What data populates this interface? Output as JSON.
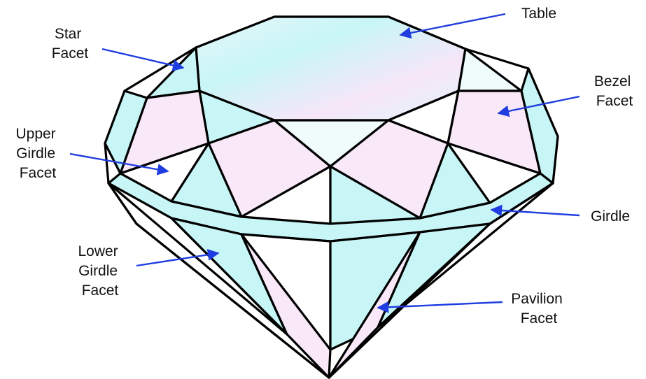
{
  "colors": {
    "outline": "#000000",
    "arrow": "#1f3de0",
    "cyan": "#c8f6f6",
    "pink": "#f8e8f8",
    "pale": "#f0fbfb",
    "white": "#ffffff"
  },
  "labels": {
    "table": [
      "Table"
    ],
    "star_facet": [
      "Star",
      "Facet"
    ],
    "bezel_facet": [
      "Bezel",
      "Facet"
    ],
    "upper_girdle_facet": [
      "Upper",
      "Girdle",
      "Facet"
    ],
    "girdle": [
      "Girdle"
    ],
    "lower_girdle_facet": [
      "Lower",
      "Girdle",
      "Facet"
    ],
    "pavilion_facet": [
      "Pavilion",
      "Facet"
    ]
  }
}
